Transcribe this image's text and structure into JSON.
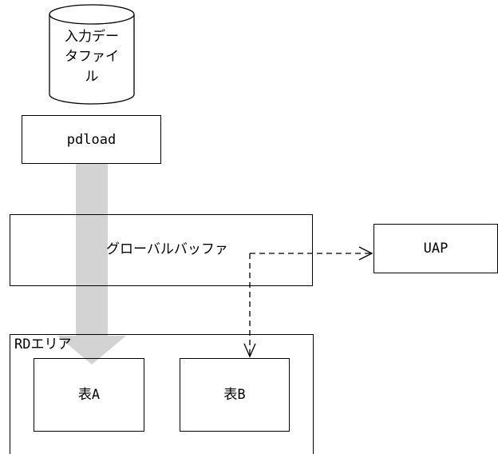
{
  "diagram": {
    "input_file_label": "入力デー\nタファイ\nル",
    "pdload_label": "pdload",
    "global_buffer_label": "グローバルバッファ",
    "uap_label": "UAP",
    "rd_area_label": "RDエリア",
    "table_a_label": "表A",
    "table_b_label": "表B"
  },
  "colors": {
    "line": "#000000",
    "flow_arrow": "#d3d3d3",
    "background": "#ffffff"
  }
}
